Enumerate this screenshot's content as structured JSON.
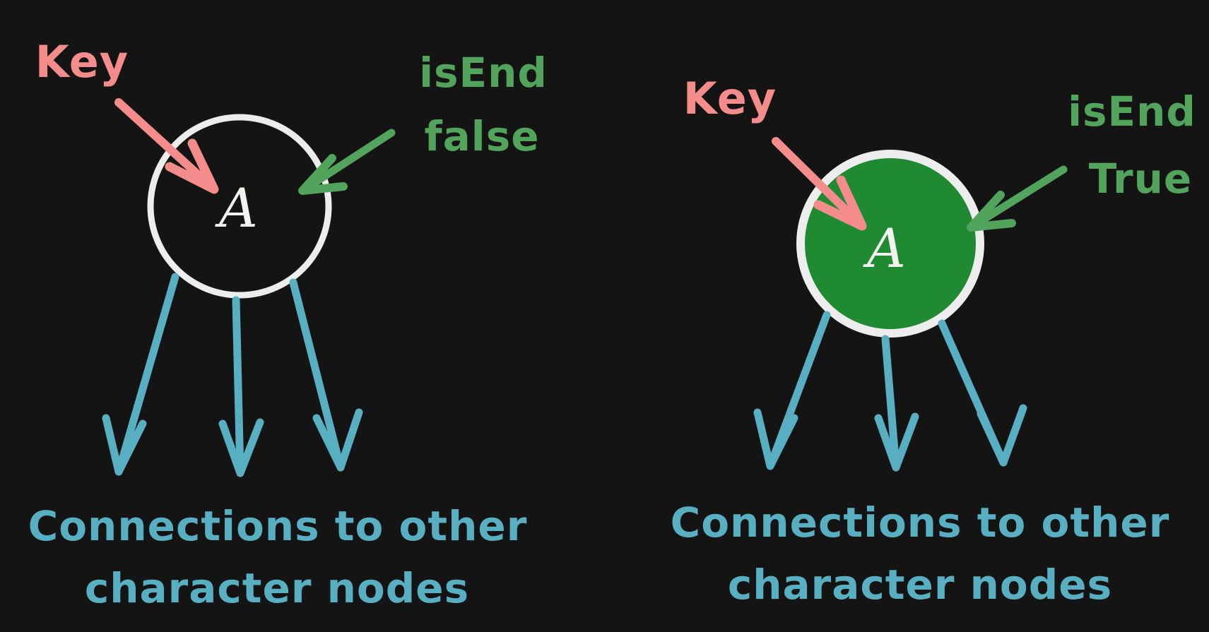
{
  "colors": {
    "background": "#141414",
    "key": "#F58C8C",
    "isEnd": "#52A35C",
    "nodeFillTrue": "#1F8A32",
    "nodeStroke": "#EDEDED",
    "nodeLetter": "#F2F2EE",
    "connections": "#58AFC1"
  },
  "left_diagram": {
    "key_label": "Key",
    "isend_line1": "isEnd",
    "isend_line2": "false",
    "node_letter": "A",
    "caption_line1": "Connections to other",
    "caption_line2": "character nodes"
  },
  "right_diagram": {
    "key_label": "Key",
    "isend_line1": "isEnd",
    "isend_line2": "True",
    "node_letter": "A",
    "caption_line1": "Connections to other",
    "caption_line2": "character nodes"
  }
}
